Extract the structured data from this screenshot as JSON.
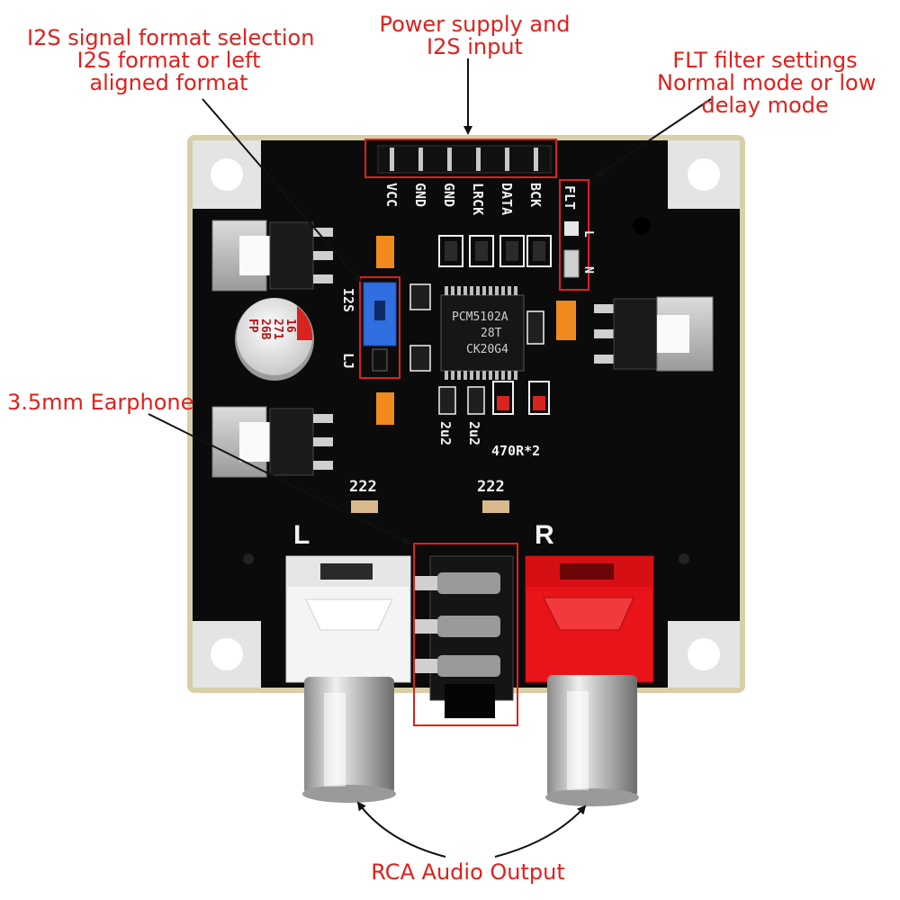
{
  "callouts": {
    "i2s_format": {
      "line1": "I2S signal format selection",
      "line2": "I2S format or left",
      "line3": "aligned format"
    },
    "power_input": {
      "line1": "Power supply and",
      "line2": "I2S input"
    },
    "flt_filter": {
      "line1": "FLT filter settings",
      "line2": "Normal mode or low",
      "line3": "delay mode"
    },
    "earphone": {
      "label": "3.5mm Earphone"
    },
    "rca_output": {
      "label": "RCA Audio Output"
    }
  },
  "board": {
    "pin_labels": [
      "VCC",
      "GND",
      "GND",
      "LRCK",
      "DATA",
      "BCK"
    ],
    "chip": {
      "line1": "PCM5102A",
      "line2": "28T",
      "line3": "CK20G4"
    },
    "jumper_labels": {
      "top": "I2S",
      "bottom": "LJ"
    },
    "flt_labels": {
      "title": "FLT",
      "low": "L",
      "normal": "N"
    },
    "capacitor_text": {
      "line1": "16",
      "line2": "271",
      "line3": "26B",
      "line4": "FP"
    },
    "component_labels": {
      "cap_a": "2u2",
      "cap_b": "2u2",
      "resistor": "470R*2",
      "smd_left": "222",
      "smd_right": "222"
    },
    "channel_labels": {
      "left": "L",
      "right": "R"
    }
  },
  "colors": {
    "callout_red": "#e0201b",
    "pcb_black": "#0b0b0b",
    "silkscreen": "#f2f2f2",
    "jumper_blue": "#2f6fe0",
    "rca_red": "#e8141a",
    "rca_white": "#f4f4f4",
    "smd_orange": "#f08a1c"
  }
}
